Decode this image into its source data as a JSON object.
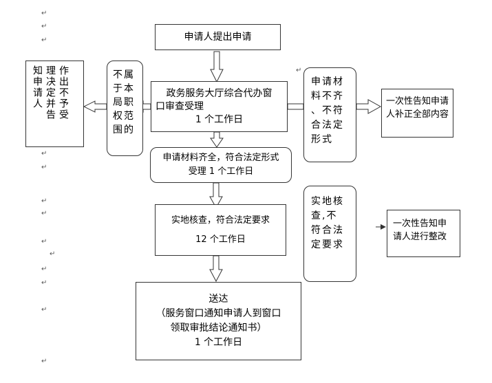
{
  "para_mark": "↵",
  "boxes": {
    "applicant_submit": "申请人提出申请",
    "hall_review": [
      "政务服务大厅综合代办窗",
      "口审查受理",
      "1 个工作日"
    ],
    "not_in_scope": "不属于本局职权范围的",
    "reject_notice": "作出不予受理决定并告知申请人",
    "incomplete": "申请材料不齐、不符合法定形式",
    "notify_supplement": "一次性告知申请人补正全部内容",
    "accept": [
      "申请材料齐全，符合法定形式",
      "受理 1 个工作日"
    ],
    "site_check": [
      "实地核查，符合法定要求",
      "12 个工作日"
    ],
    "site_fail": "实地核查,不符合法定要求",
    "notify_rectify": "一次性告知申请人进行整改",
    "deliver": [
      "送达",
      "（服务窗口通知申请人到窗口",
      "领取审批结论通知书）",
      "1 个工作日"
    ]
  }
}
